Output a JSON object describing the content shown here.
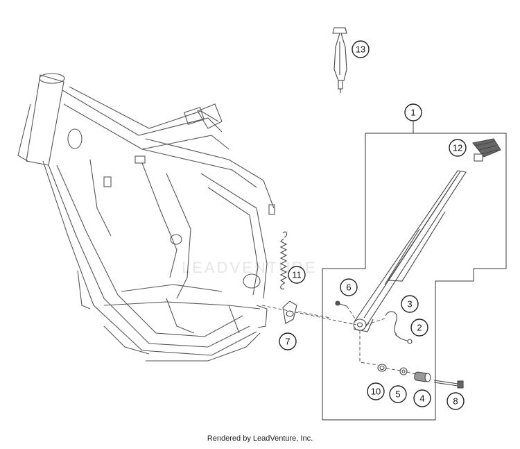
{
  "watermark": "LEADVENTURE",
  "footer": "Rendered by LeadVenture, Inc.",
  "callouts": {
    "c1": "1",
    "c2": "2",
    "c3": "3",
    "c4": "4",
    "c5": "5",
    "c6": "6",
    "c7": "7",
    "c8": "8",
    "c10": "10",
    "c11": "11",
    "c12": "12",
    "c13": "13"
  }
}
